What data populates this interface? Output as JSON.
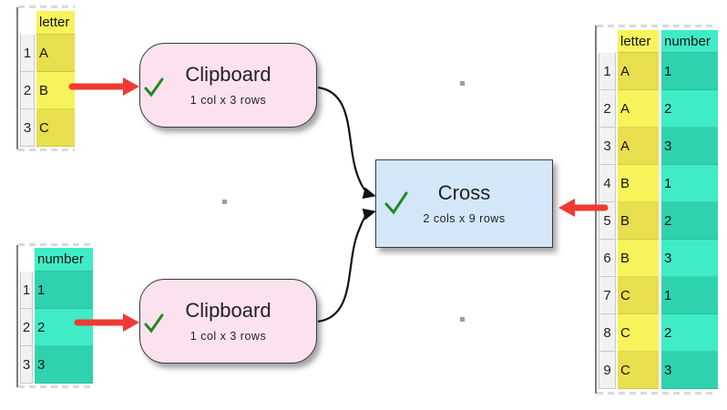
{
  "nodes": {
    "clipboard_top": {
      "title": "Clipboard",
      "subtitle": "1 col x 3 rows"
    },
    "clipboard_bottom": {
      "title": "Clipboard",
      "subtitle": "1 col x 3 rows"
    },
    "cross": {
      "title": "Cross",
      "subtitle": "2 cols x 9 rows"
    }
  },
  "tables": {
    "letter_source": {
      "header": "letter",
      "rows": [
        {
          "n": "1",
          "v": "A"
        },
        {
          "n": "2",
          "v": "B"
        },
        {
          "n": "3",
          "v": "C"
        }
      ]
    },
    "number_source": {
      "header": "number",
      "rows": [
        {
          "n": "1",
          "v": "1"
        },
        {
          "n": "2",
          "v": "2"
        },
        {
          "n": "3",
          "v": "3"
        }
      ]
    },
    "result": {
      "header_letter": "letter",
      "header_number": "number",
      "rows": [
        {
          "n": "1",
          "letter": "A",
          "number": "1"
        },
        {
          "n": "2",
          "letter": "A",
          "number": "2"
        },
        {
          "n": "3",
          "letter": "A",
          "number": "3"
        },
        {
          "n": "4",
          "letter": "B",
          "number": "1"
        },
        {
          "n": "5",
          "letter": "B",
          "number": "2"
        },
        {
          "n": "6",
          "letter": "B",
          "number": "3"
        },
        {
          "n": "7",
          "letter": "C",
          "number": "1"
        },
        {
          "n": "8",
          "letter": "C",
          "number": "2"
        },
        {
          "n": "9",
          "letter": "C",
          "number": "3"
        }
      ]
    }
  },
  "icons": {
    "status_ok": "check-icon",
    "flow_arrow": "arrowhead-icon",
    "focus_arrow": "red-arrow-icon"
  },
  "colors": {
    "accent_red": "#ef3a33",
    "check_green": "#1f8a1f",
    "node_pink": "#fce2ee",
    "node_blue": "#d3e7f9",
    "col_yellow": "#f7f35b",
    "col_yellow_selected": "#e7df4d",
    "col_teal": "#40ecc6",
    "col_teal_selected": "#2ed3ae"
  }
}
